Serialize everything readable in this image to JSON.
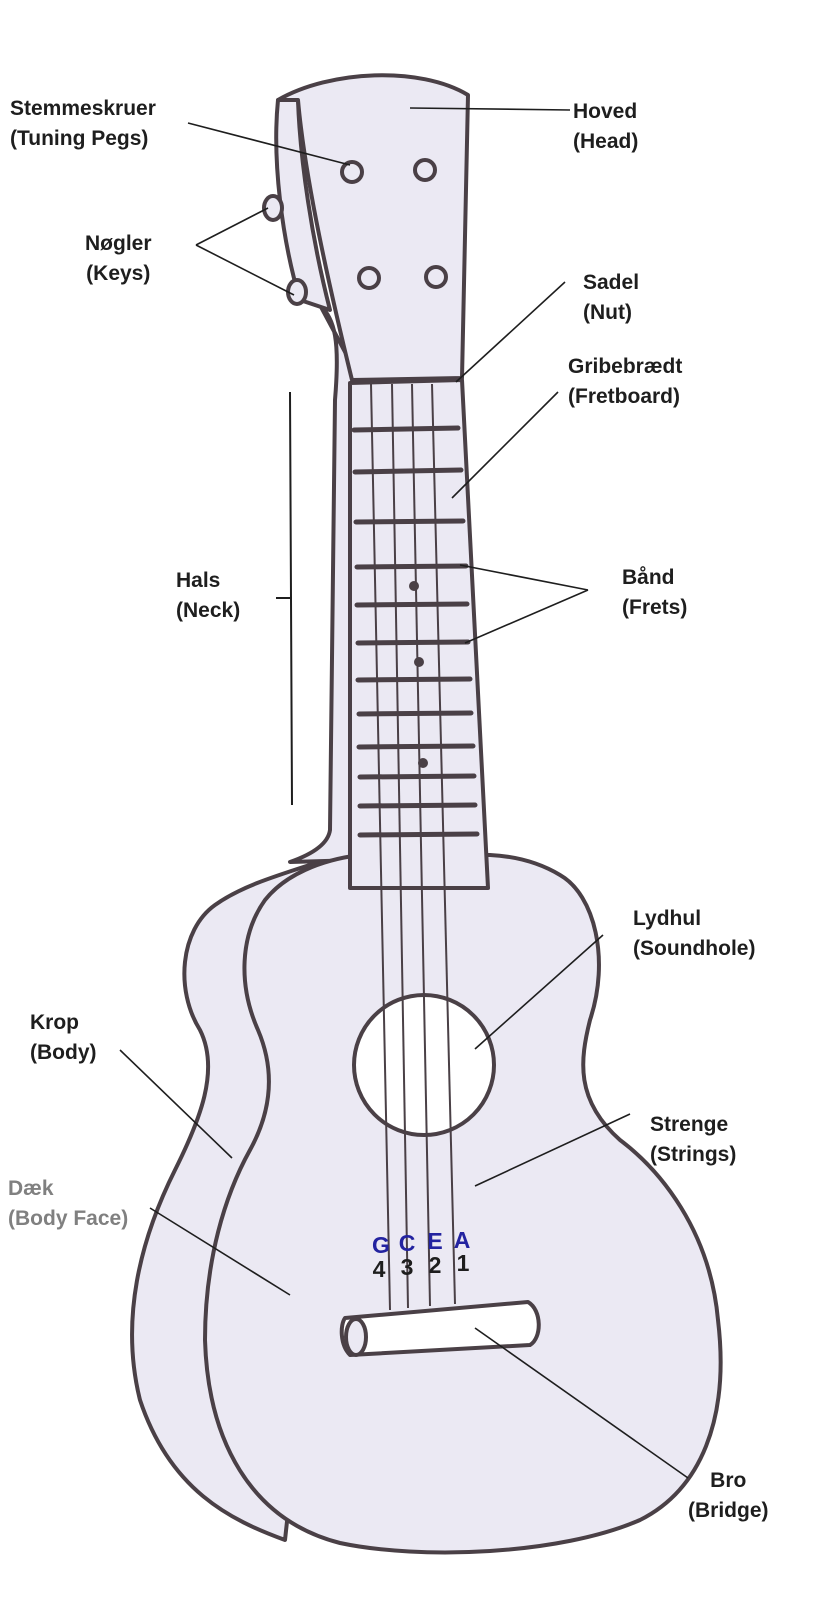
{
  "labels": {
    "tuning_pegs": {
      "da": "Stemmeskruer",
      "en": "(Tuning Pegs)"
    },
    "keys": {
      "da": "Nøgler",
      "en": "(Keys)"
    },
    "head": {
      "da": "Hoved",
      "en": "(Head)"
    },
    "nut": {
      "da": "Sadel",
      "en": "(Nut)"
    },
    "fretboard": {
      "da": "Gribebrædt",
      "en": "(Fretboard)"
    },
    "neck": {
      "da": "Hals",
      "en": "(Neck)"
    },
    "frets": {
      "da": "Bånd",
      "en": "(Frets)"
    },
    "soundhole": {
      "da": "Lydhul",
      "en": "(Soundhole)"
    },
    "body": {
      "da": "Krop",
      "en": "(Body)"
    },
    "strings": {
      "da": "Strenge",
      "en": "(Strings)"
    },
    "body_face": {
      "da": "Dæk",
      "en": "(Body Face)"
    },
    "bridge": {
      "da": "Bro",
      "en": "(Bridge)"
    }
  },
  "strings": [
    {
      "note": "G",
      "number": "4"
    },
    {
      "note": "C",
      "number": "3"
    },
    {
      "note": "E",
      "number": "2"
    },
    {
      "note": "A",
      "number": "1"
    }
  ],
  "colors": {
    "outline": "#4a4046",
    "fill": "#ebe9f3",
    "text": "#1e1e1e",
    "note": "#2323a0",
    "muted": "#808080"
  }
}
